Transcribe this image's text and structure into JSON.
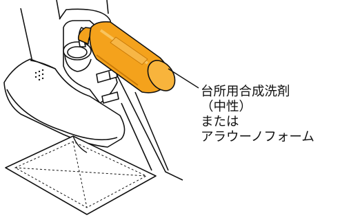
{
  "callout": {
    "lines": [
      "台所用合成洗剤",
      "（中性）",
      "または",
      "アラウーノフォーム"
    ]
  },
  "colors": {
    "bottle": "#F4A21C",
    "bottle_light": "#F8C45E",
    "bottle_dark": "#C97A08",
    "outline": "#111111",
    "background": "#ffffff"
  },
  "icons": {
    "bottle": "detergent-bottle",
    "cloth": "cleaning-cloth",
    "unit": "toilet-unit"
  }
}
